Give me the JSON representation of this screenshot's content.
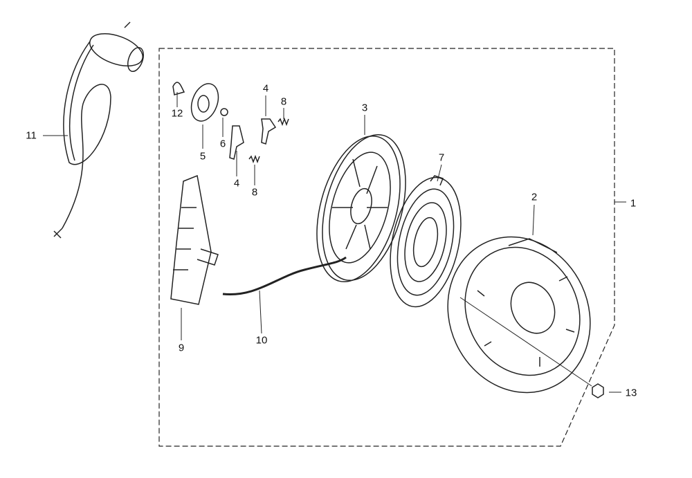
{
  "diagram": {
    "title": "Recoil starter exploded parts view",
    "callouts": [
      {
        "id": "label-1",
        "text": "1"
      },
      {
        "id": "label-2",
        "text": "2"
      },
      {
        "id": "label-3",
        "text": "3"
      },
      {
        "id": "label-4a",
        "text": "4"
      },
      {
        "id": "label-4b",
        "text": "4"
      },
      {
        "id": "label-5",
        "text": "5"
      },
      {
        "id": "label-6",
        "text": "6"
      },
      {
        "id": "label-7",
        "text": "7"
      },
      {
        "id": "label-8a",
        "text": "8"
      },
      {
        "id": "label-8b",
        "text": "8"
      },
      {
        "id": "label-9",
        "text": "9"
      },
      {
        "id": "label-10",
        "text": "10"
      },
      {
        "id": "label-11",
        "text": "11"
      },
      {
        "id": "label-12",
        "text": "12"
      },
      {
        "id": "label-13",
        "text": "13"
      }
    ]
  }
}
